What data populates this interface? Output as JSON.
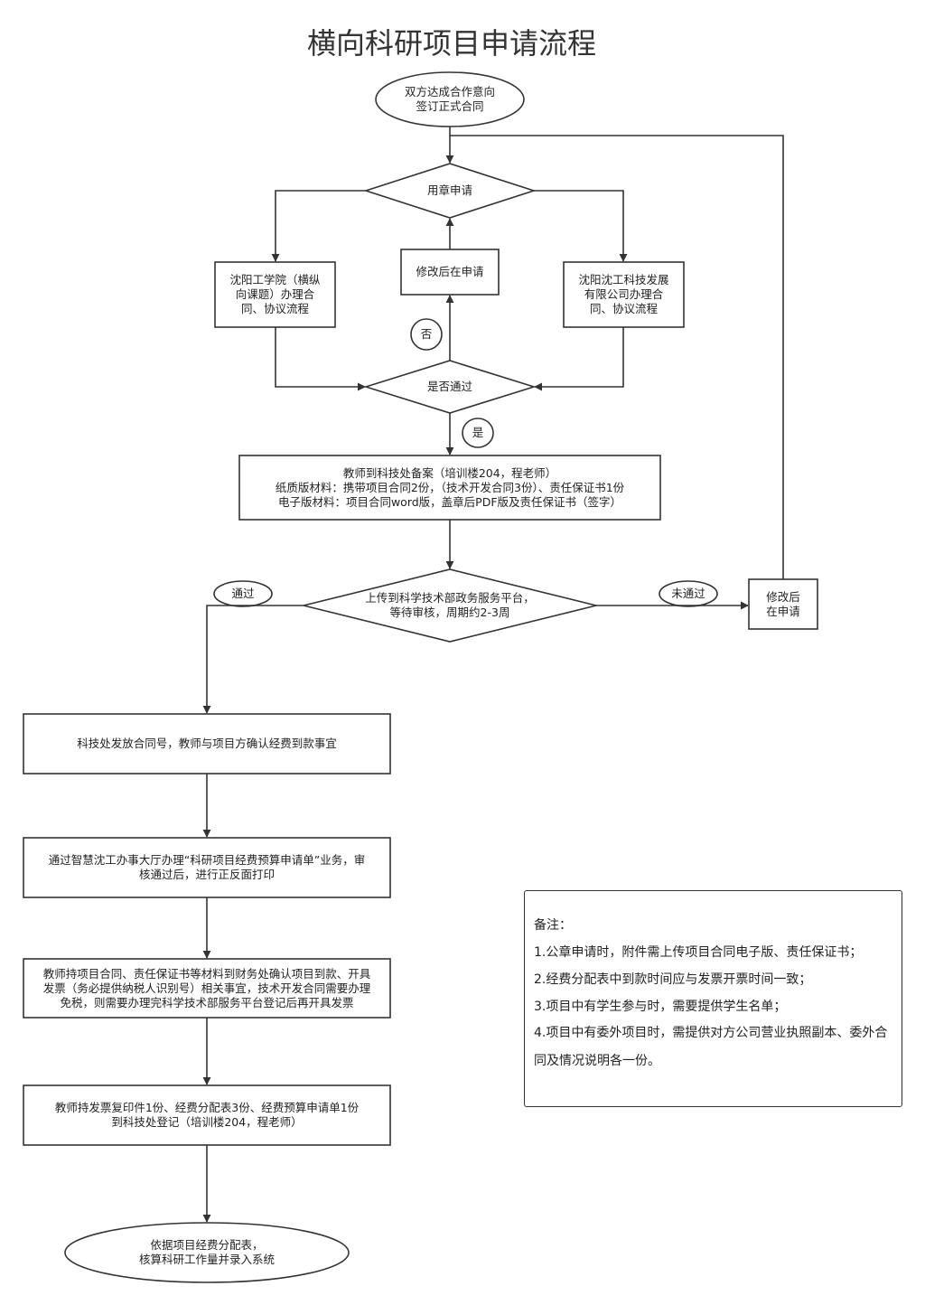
{
  "title": "横向科研项目申请流程",
  "nodes": {
    "start": "双方达成合作意向\n签订正式合同",
    "seal": "用章申请",
    "sylg": "沈阳工学院（横纵\n向课题）办理合\n同、协议流程",
    "modify1": "修改后在申请",
    "sygk": "沈阳沈工科技发展\n有限公司办理合\n同、协议流程",
    "pass_q": "是否通过",
    "no_label": "否",
    "yes_label": "是",
    "filing": "教师到科技处备案（培训楼204，程老师）\n纸质版材料：携带项目合同2份，（技术开发合同3份）、责任保证书1份\n电子版材料：项目合同word版，盖章后PDF版及责任保证书（签字）",
    "upload": "上传到科学技术部政务服务平台，\n等待审核，周期约2-3周",
    "pass_label": "通过",
    "fail_label": "未通过",
    "modify2": "修改后\n在申请",
    "issue": "科技处发放合同号，教师与项目方确认经费到款事宜",
    "smart": "通过智慧沈工办事大厅办理“科研项目经费预算申请单”业务，审\n核通过后，进行正反面打印",
    "finance": "教师持项目合同、责任保证书等材料到财务处确认项目到款、开具\n发票（务必提供纳税人识别号）相关事宜，技术开发合同需要办理\n免税，则需要办理完科学技术部服务平台登记后再开具发票",
    "register": "教师持发票复印件1份、经费分配表3份、经费预算申请单1份\n到科技处登记（培训楼204，程老师）",
    "end": "依据项目经费分配表，\n核算科研工作量并录入系统"
  },
  "notes": {
    "heading": "备注：",
    "items": [
      "1.公章申请时，附件需上传项目合同电子版、责任保证书；",
      "2.经费分配表中到款时间应与发票开票时间一致；",
      "3.项目中有学生参与时，需要提供学生名单；",
      "4.项目中有委外项目时，需提供对方公司营业执照副本、委外合同及情况说明各一份。"
    ]
  }
}
